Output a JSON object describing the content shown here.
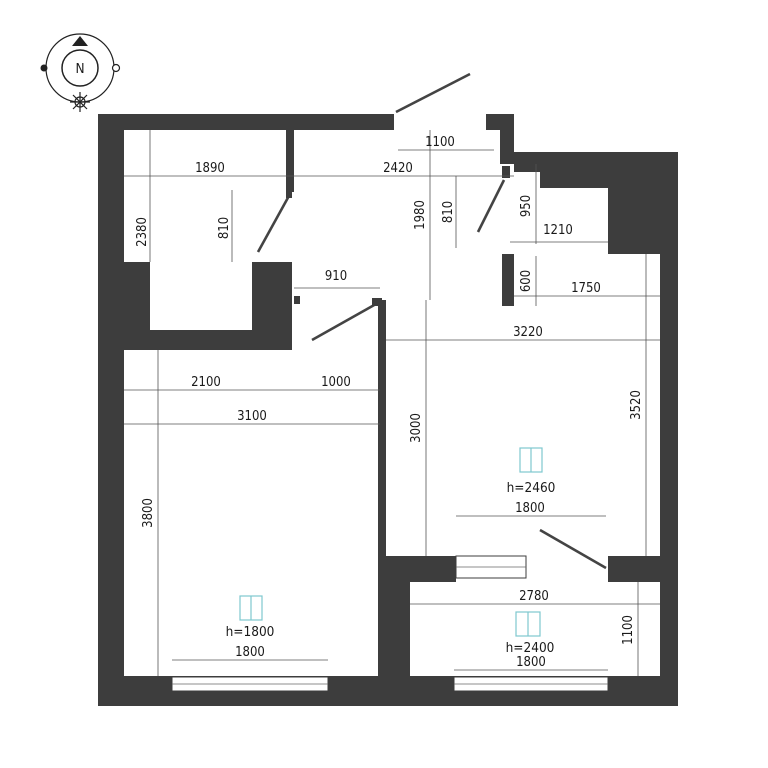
{
  "compass": {
    "label": "N"
  },
  "dimensions": {
    "d1890": "1890",
    "d2420": "2420",
    "d1100_top": "1100",
    "d2380": "2380",
    "d810_left": "810",
    "d1980": "1980",
    "d810_right": "810",
    "d950": "950",
    "d1210": "1210",
    "d910": "910",
    "d600": "600",
    "d1750": "1750",
    "d3220": "3220",
    "d2100": "2100",
    "d1000": "1000",
    "d3100": "3100",
    "d3000": "3000",
    "d3520": "3520",
    "d3800": "3800",
    "d1800_mid": "1800",
    "d2780": "2780",
    "d1100_right": "1100",
    "d1800_bottom_left": "1800",
    "d1800_bottom_right": "1800"
  },
  "labels": {
    "h_room": "h=2460",
    "h_bedroom": "h=1800",
    "h_balcony": "h=2400"
  },
  "colors": {
    "wall": "#3d3d3d",
    "window_icon": "#7ec8cf"
  }
}
